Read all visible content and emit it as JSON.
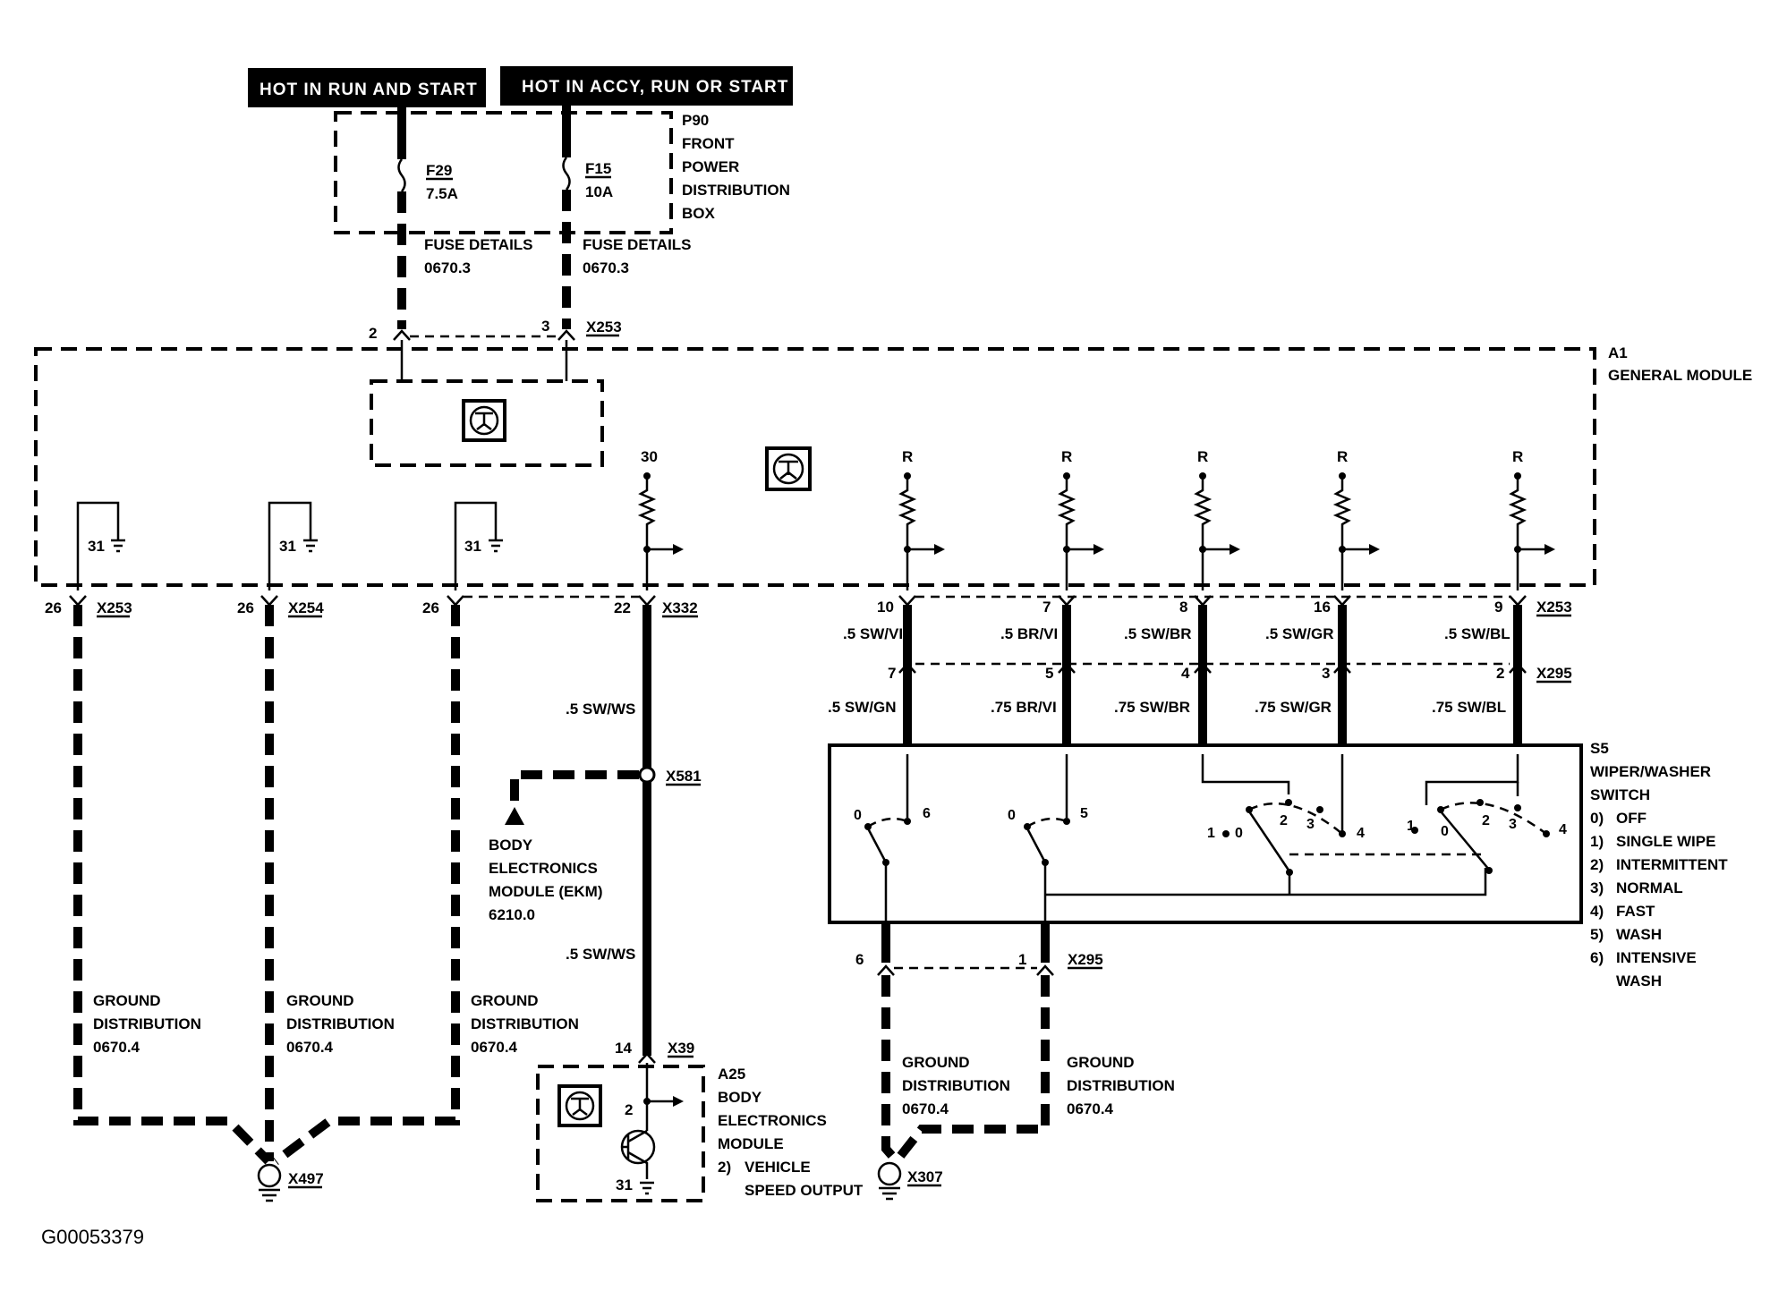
{
  "header_left": "HOT IN RUN AND START",
  "header_right": "HOT IN ACCY, RUN OR START",
  "p90": {
    "id": "P90",
    "line1": "FRONT",
    "line2": "POWER",
    "line3": "DISTRIBUTION",
    "line4": "BOX"
  },
  "f29": {
    "id": "F29",
    "rating": "7.5A",
    "details1": "FUSE DETAILS",
    "details2": "0670.3"
  },
  "f15": {
    "id": "F15",
    "rating": "10A",
    "details1": "FUSE DETAILS",
    "details2": "0670.3"
  },
  "a1": {
    "id": "A1",
    "name": "GENERAL MODULE"
  },
  "pins": {
    "p2": "2",
    "p3": "3",
    "x253": "X253",
    "p30": "30",
    "r": "R",
    "g31": "31",
    "p26": "26",
    "x254": "X254",
    "p22": "22",
    "x332": "X332",
    "p10": "10",
    "p7": "7",
    "p8": "8",
    "p16": "16",
    "p9": "9",
    "p7b": "7",
    "p5": "5",
    "p4": "4",
    "p3b": "3",
    "p2b": "2",
    "x295": "X295",
    "x581": "X581",
    "p14": "14",
    "x39": "X39",
    "p6": "6",
    "p1": "1",
    "x497": "X497",
    "x307": "X307"
  },
  "wires": {
    "sw_ws": ".5 SW/WS",
    "sw_vi": ".5 SW/VI",
    "br_vi": ".5 BR/VI",
    "sw_br": ".5 SW/BR",
    "sw_gr": ".5 SW/GR",
    "sw_bl": ".5 SW/BL",
    "sw_gn": ".5 SW/GN",
    "br_vi75": ".75 BR/VI",
    "sw_br75": ".75 SW/BR",
    "sw_gr75": ".75 SW/GR",
    "sw_bl75": ".75 SW/BL"
  },
  "ground": {
    "l1": "GROUND",
    "l2": "DISTRIBUTION",
    "l3": "0670.4"
  },
  "ekm": {
    "l1": "BODY",
    "l2": "ELECTRONICS",
    "l3": "MODULE (EKM)",
    "l4": "6210.0"
  },
  "a25": {
    "id": "A25",
    "l1": "BODY",
    "l2": "ELECTRONICS",
    "l3": "MODULE",
    "l4n": "2)",
    "l4": "VEHICLE",
    "l5": "SPEED OUTPUT",
    "pin2": "2",
    "pin31": "31"
  },
  "s5": {
    "id": "S5",
    "name1": "WIPER/WASHER",
    "name2": "SWITCH",
    "legend": [
      {
        "n": "0)",
        "t": "OFF"
      },
      {
        "n": "1)",
        "t": "SINGLE WIPE"
      },
      {
        "n": "2)",
        "t": "INTERMITTENT"
      },
      {
        "n": "3)",
        "t": "NORMAL"
      },
      {
        "n": "4)",
        "t": "FAST"
      },
      {
        "n": "5)",
        "t": "WASH"
      },
      {
        "n": "6)",
        "t": "INTENSIVE"
      },
      {
        "n": "",
        "t": "WASH"
      }
    ],
    "c0": "0",
    "c6": "6",
    "c5": "5",
    "c1": "1",
    "c2": "2",
    "c3": "3",
    "c4": "4"
  },
  "figure_id": "G00053379"
}
